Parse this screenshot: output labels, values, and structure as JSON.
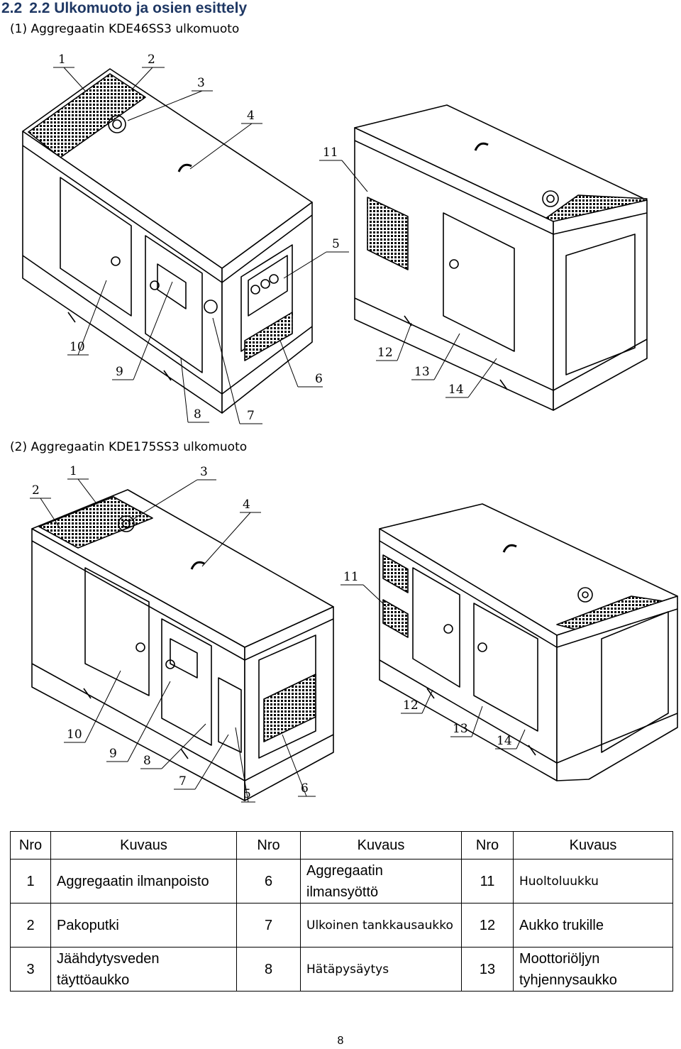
{
  "heading": {
    "num": "2.2",
    "text": "2.2 Ulkomuoto ja osien esittely"
  },
  "captions": {
    "fig1": "(1) Aggregaatin KDE46SS3 ulkomuoto",
    "fig2": "(2) Aggregaatin KDE175SS3 ulkomuoto"
  },
  "callouts": [
    "1",
    "2",
    "3",
    "4",
    "5",
    "6",
    "7",
    "8",
    "9",
    "10",
    "11",
    "12",
    "13",
    "14"
  ],
  "table": {
    "headers": [
      "Nro",
      "Kuvaus",
      "Nro",
      "Kuvaus",
      "Nro",
      "Kuvaus"
    ],
    "rows": [
      [
        "1",
        "Aggregaatin ilmanpoisto",
        "6",
        "Aggregaatin ilmansyöttö",
        "11",
        "Huoltoluukku"
      ],
      [
        "2",
        "Pakoputki",
        "7",
        "Ulkoinen tankkausaukko",
        "12",
        "Aukko trukille"
      ],
      [
        "3",
        "Jäähdytysveden täyttöaukko",
        "8",
        "Hätäpysäytys",
        "13",
        "Moottoriöljyn tyhjennysaukko"
      ]
    ]
  },
  "page_number": "8"
}
